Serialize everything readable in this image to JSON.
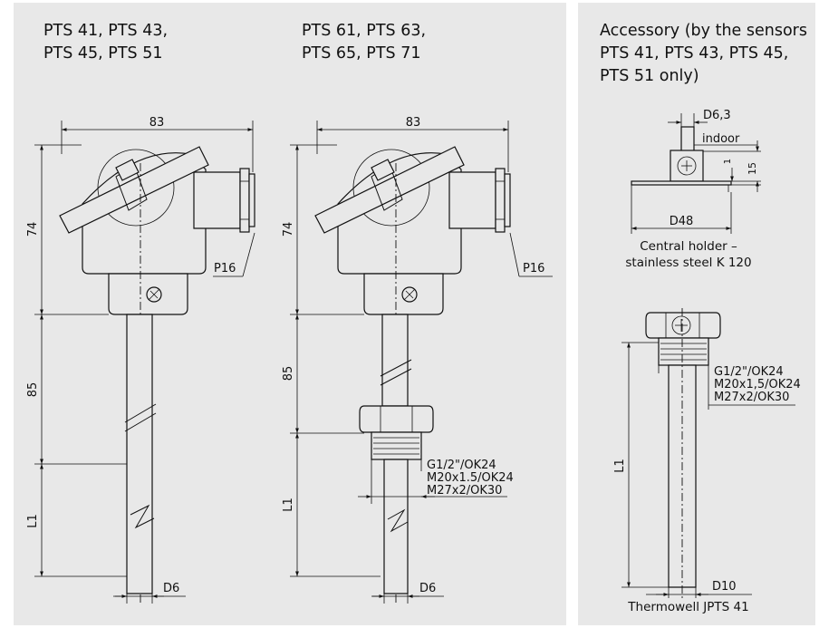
{
  "headings": {
    "left": "PTS 41, PTS 43,\nPTS 45, PTS 51",
    "middle": "PTS 61, PTS 63,\nPTS 65, PTS 71",
    "right": "Accessory (by the sensors\nPTS 41, PTS 43, PTS 45,\nPTS 51 only)"
  },
  "sensor_left": {
    "width_dim": "83",
    "head_height_dim": "74",
    "neck_dim": "85",
    "insertion_dim": "L1",
    "cable_gland": "P16",
    "diameter": "D6"
  },
  "sensor_middle": {
    "width_dim": "83",
    "head_height_dim": "74",
    "neck_dim": "85",
    "insertion_dim": "L1",
    "cable_gland": "P16",
    "diameter": "D6",
    "thread_options": [
      "G1/2\"/OK24",
      "M20x1.5/OK24",
      "M27x2/OK30"
    ]
  },
  "holder": {
    "rod_diameter": "D6,3",
    "rod_note": "indoor",
    "plate_thickness": "1",
    "clamp_height": "15",
    "plate_diameter": "D48",
    "caption_line1": "Central holder –",
    "caption_line2": "stainless steel K 120"
  },
  "thermowell": {
    "thread_options": [
      "G1/2\"/OK24",
      "M20x1,5/OK24",
      "M27x2/OK30"
    ],
    "length_dim": "L1",
    "diameter": "D10",
    "caption": "Thermowell JPTS 41"
  }
}
